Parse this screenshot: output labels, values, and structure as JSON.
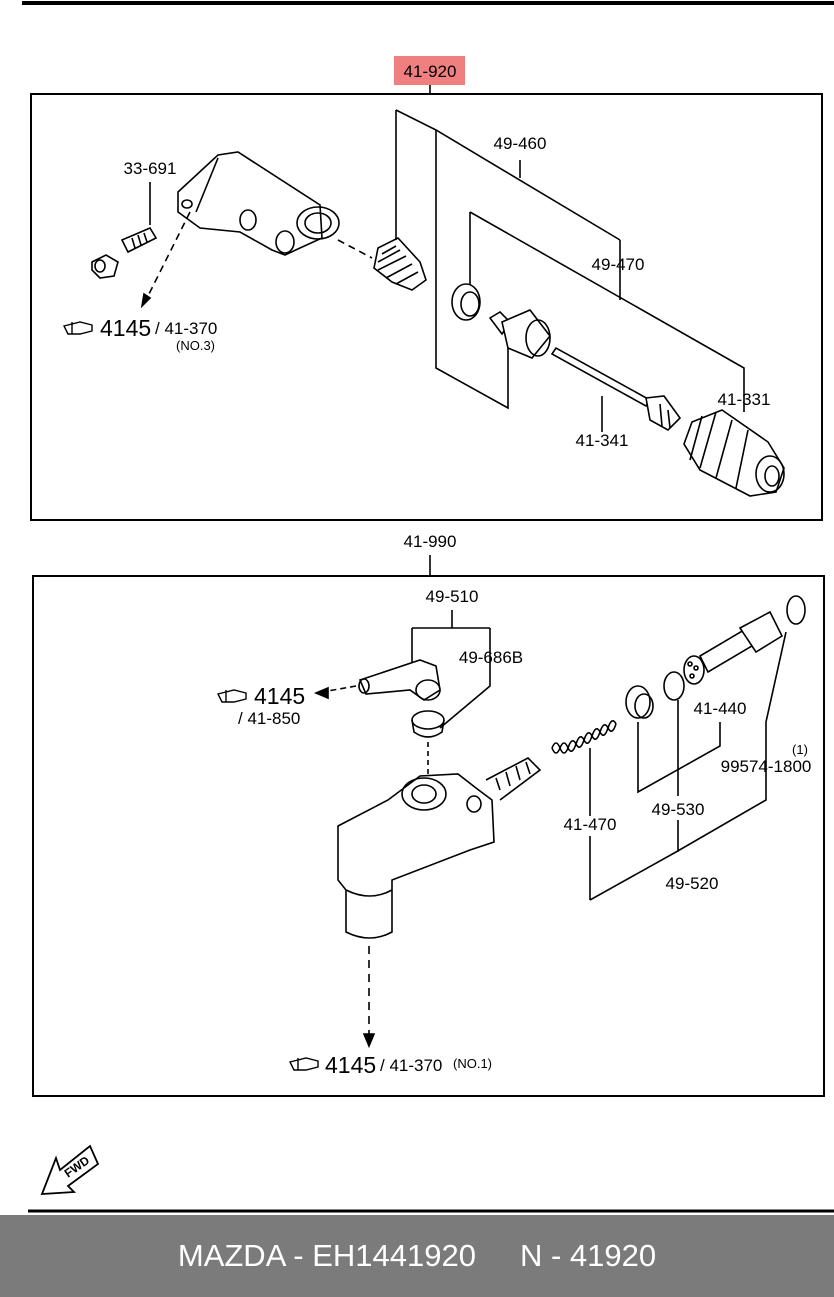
{
  "assembly_top": {
    "part_no": "41-920",
    "highlight_color": "#f08080",
    "callouts": {
      "bolt": "33-691",
      "kit_outer": "49-460",
      "kit_inner": "49-470",
      "boot": "41-331",
      "pushrod": "41-341"
    },
    "ref": {
      "figure": "4145",
      "sub": "/ 41-370",
      "note": "(NO.3)"
    }
  },
  "assembly_bottom": {
    "part_no": "41-990",
    "callouts": {
      "reservoir_kit": "49-510",
      "grommet": "49-686B",
      "piston": "41-440",
      "qty": "(1)",
      "oring": "99574-1800",
      "spring": "41-470",
      "seal": "49-530",
      "repair_kit": "49-520"
    },
    "ref_reservoir": {
      "figure": "4145",
      "sub": "/ 41-850"
    },
    "ref_outlet": {
      "figure": "4145",
      "sub": "/ 41-370",
      "note": "(NO.1)"
    }
  },
  "fwd_label": "FWD",
  "footer": {
    "brand_part": "MAZDA - EH1441920",
    "ref": "N - 41920"
  }
}
